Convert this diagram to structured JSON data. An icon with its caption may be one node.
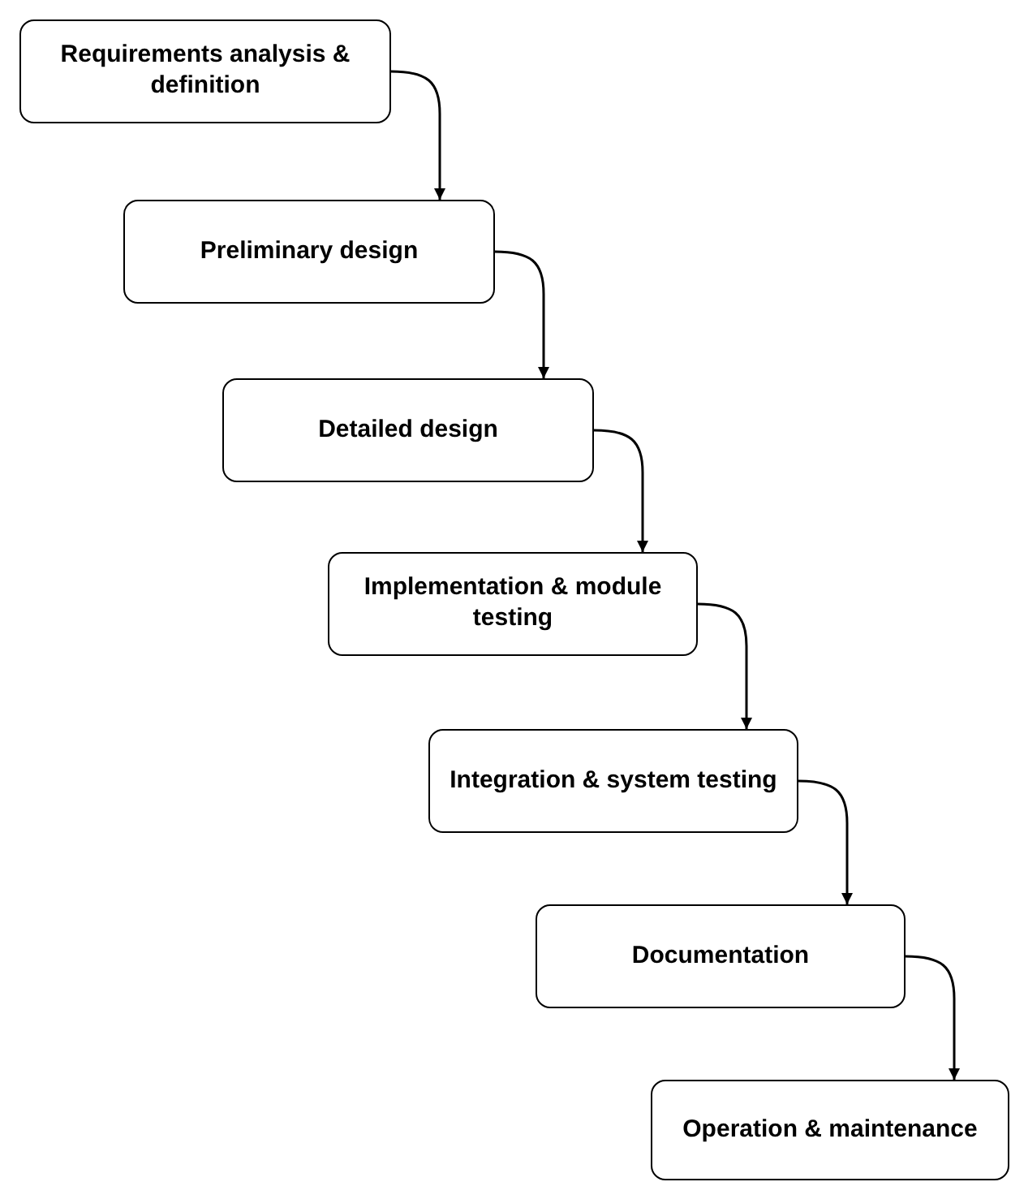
{
  "diagram": {
    "nodes": [
      {
        "text": [
          "Requirements analysis & definition"
        ]
      },
      {
        "text": [
          "Preliminary design"
        ]
      },
      {
        "text": [
          "Detailed design"
        ]
      },
      {
        "text": [
          "Implementation & module testing"
        ]
      },
      {
        "text": [
          "Integration & system testing"
        ]
      },
      {
        "text": [
          "Documentation"
        ]
      },
      {
        "text": [
          "Operation & maintenance"
        ]
      }
    ],
    "edges": [
      {
        "from": 0,
        "to": 1,
        "arrow": "to"
      },
      {
        "from": 1,
        "to": 2,
        "arrow": "to"
      },
      {
        "from": 2,
        "to": 3,
        "arrow": "to"
      },
      {
        "from": 3,
        "to": 4,
        "arrow": "to"
      },
      {
        "from": 4,
        "to": 5,
        "arrow": "to"
      },
      {
        "from": 5,
        "to": 6,
        "arrow": "to"
      }
    ]
  }
}
